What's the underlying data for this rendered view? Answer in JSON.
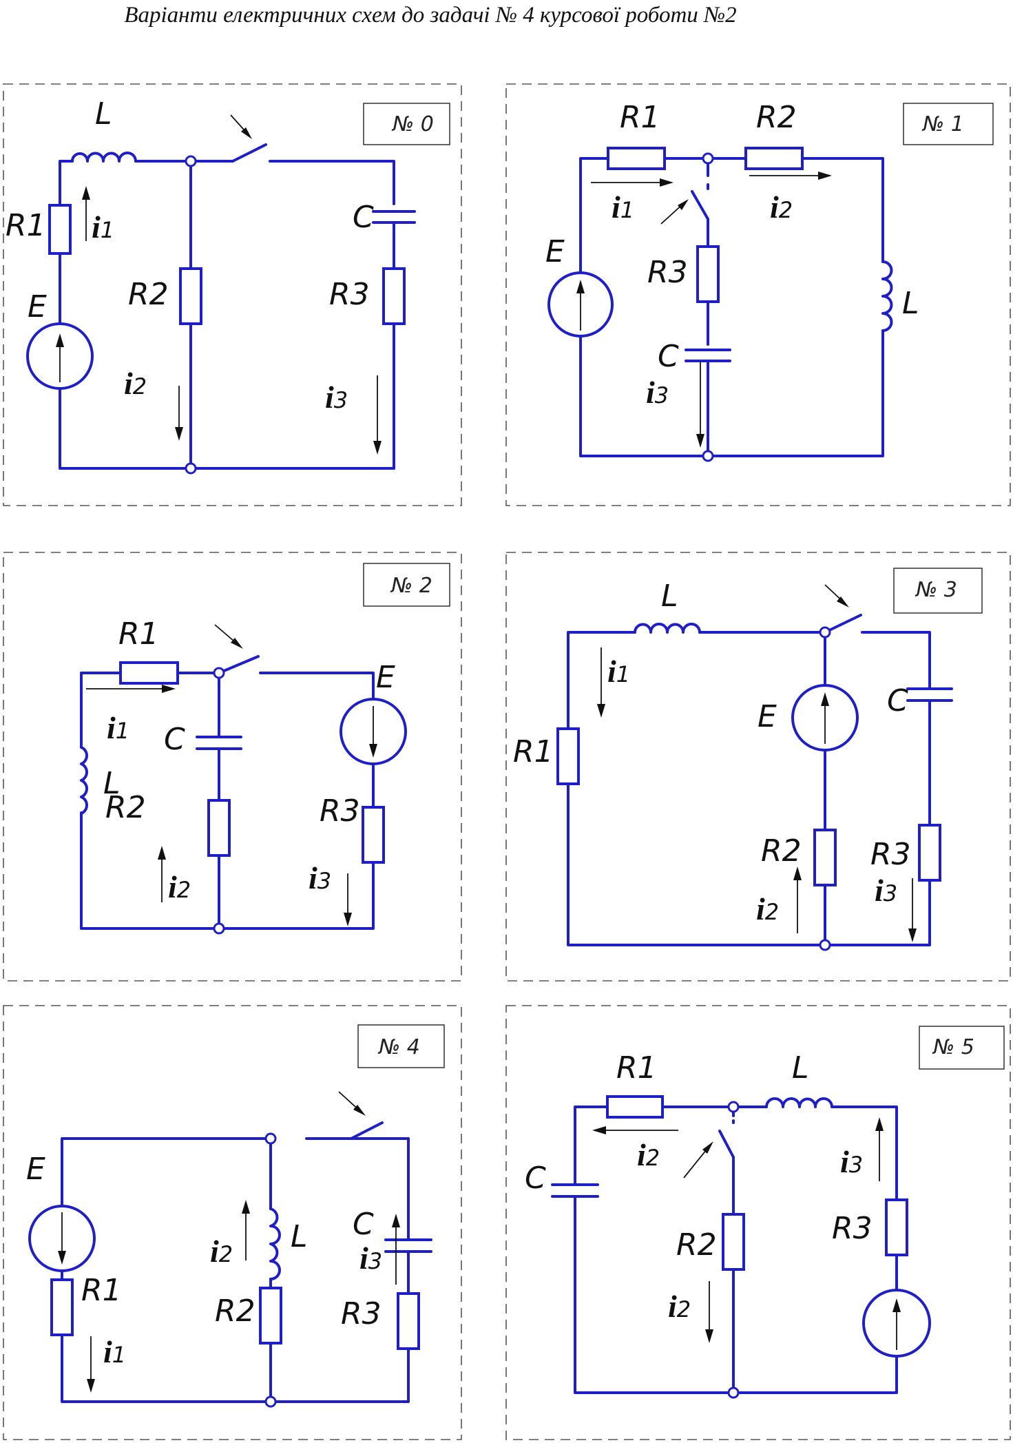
{
  "title": "Варіанти електричних схем до задачі № 4 курсової роботи №2",
  "schemes": [
    {
      "number": "№ 0",
      "labels": {
        "L": "L",
        "R1": "R1",
        "R2": "R2",
        "R3": "R3",
        "C": "C",
        "E": "E",
        "i1": "i1",
        "i2": "i2",
        "i3": "i3"
      }
    },
    {
      "number": "№ 1",
      "labels": {
        "L": "L",
        "R1": "R1",
        "R2": "R2",
        "R3": "R3",
        "C": "C",
        "E": "E",
        "i1": "i1",
        "i2": "i2",
        "i3": "i3"
      }
    },
    {
      "number": "№ 2",
      "labels": {
        "L": "L",
        "R1": "R1",
        "R2": "R2",
        "R3": "R3",
        "C": "C",
        "E": "E",
        "i1": "i1",
        "i2": "i2",
        "i3": "i3"
      }
    },
    {
      "number": "№ 3",
      "labels": {
        "L": "L",
        "R1": "R1",
        "R2": "R2",
        "R3": "R3",
        "C": "C",
        "E": "E",
        "i1": "i1",
        "i2": "i2",
        "i3": "i3"
      }
    },
    {
      "number": "№ 4",
      "labels": {
        "L": "L",
        "R1": "R1",
        "R2": "R2",
        "R3": "R3",
        "C": "C",
        "E": "E",
        "i1": "i1",
        "i2": "i2",
        "i3": "i3"
      }
    },
    {
      "number": "№ 5",
      "labels": {
        "L": "L",
        "R1": "R1",
        "R2": "R2",
        "R3": "R3",
        "C": "C",
        "i2": "i2",
        "i3": "i3"
      }
    }
  ],
  "colors": {
    "wire": "#1f1fc8",
    "frame": "#555555",
    "text": "#111111"
  }
}
